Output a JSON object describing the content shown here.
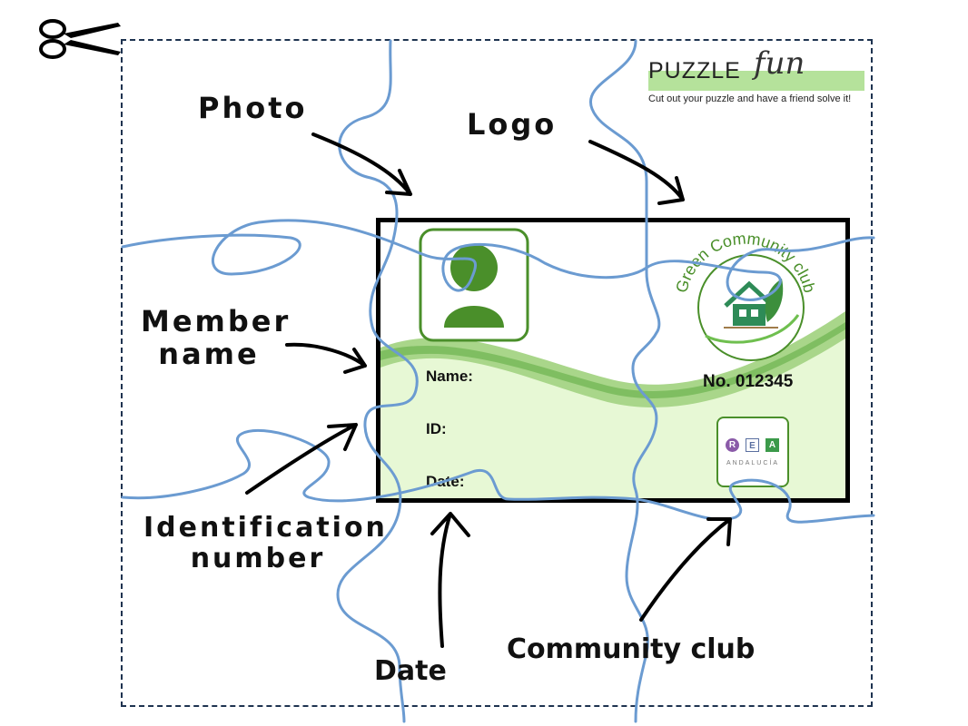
{
  "labels": {
    "photo": "Photo",
    "logo": "Logo",
    "member_name_line1": "Member",
    "member_name_line2": "name",
    "identification_line1": "Identification",
    "identification_line2": "number",
    "date": "Date",
    "community_club": "Community club"
  },
  "brand": {
    "word": "PUZZLE",
    "script": "fun",
    "tagline": "Cut out your puzzle and have a friend solve it!"
  },
  "card": {
    "club_name": "Green Community club",
    "name_label": "Name:",
    "id_label": "ID:",
    "date_label": "Date:",
    "member_number": "No. 012345",
    "rea_letters": [
      "R",
      "E",
      "A"
    ],
    "rea_subtitle": "ANDALUCÍA"
  },
  "icons": {
    "scissors": "scissors-icon",
    "person": "person-icon",
    "house_leaf": "house-leaf-icon"
  },
  "colors": {
    "card_green": "#4a8f2a",
    "wave_light": "#a9d68a",
    "wave_pale": "#e7f8d5",
    "puzzle_line": "#6b9bd1",
    "brand_bar": "#b5e29b",
    "frame": "#1e3350"
  }
}
